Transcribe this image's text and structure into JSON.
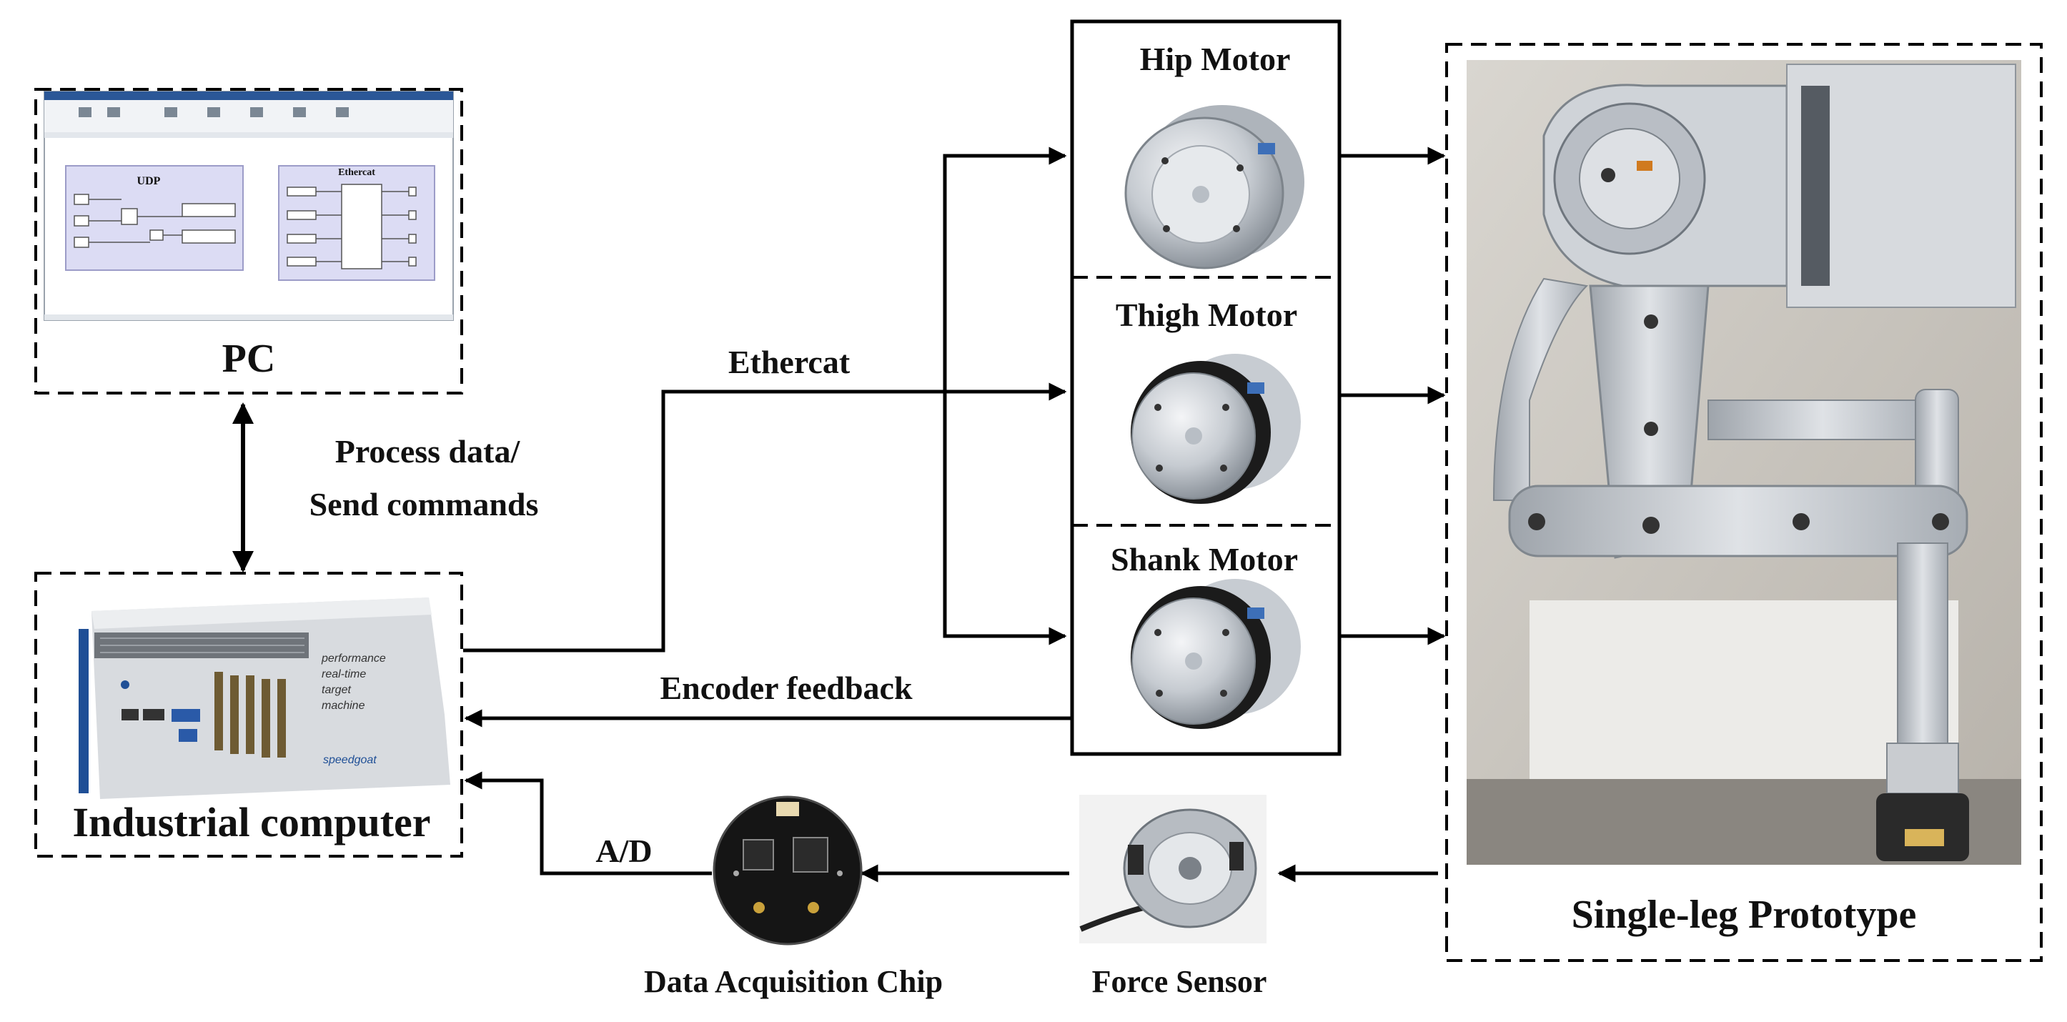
{
  "pc": {
    "label": "PC",
    "screenshot": {
      "block_udp": "UDP",
      "block_ethercat": "Ethercat"
    }
  },
  "link_pc_ipc": {
    "line1": "Process data/",
    "line2": "Send commands"
  },
  "industrial_computer": {
    "label": "Industrial computer",
    "faceplate": {
      "line1": "performance",
      "line2": "real-time",
      "line3": "target",
      "line4": "machine",
      "brand": "speedgoat"
    }
  },
  "links": {
    "ethercat": "Ethercat",
    "encoder": "Encoder feedback",
    "ad": "A/D"
  },
  "motors": {
    "hip": "Hip Motor",
    "thigh": "Thigh Motor",
    "shank": "Shank Motor"
  },
  "prototype": {
    "label": "Single-leg Prototype"
  },
  "sensors": {
    "force": "Force Sensor",
    "daq": "Data Acquisition Chip"
  },
  "colors": {
    "line": "#000000",
    "motor_metal": "#cfd3d8",
    "motor_ring": "#1b1b1b",
    "simulink_block": "#dcdcf4",
    "chip_pcb": "#151515"
  }
}
